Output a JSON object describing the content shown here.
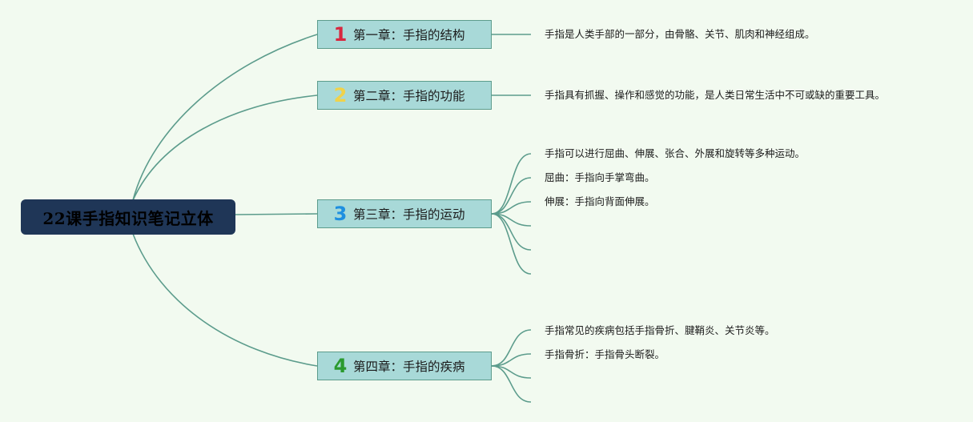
{
  "root": {
    "title": "22课手指知识笔记立体"
  },
  "colors": {
    "background": "#f2faf0",
    "connector": "#5c9c8c",
    "root_fill": "#1f3657",
    "node_fill": "#a8d9d8"
  },
  "chapters": [
    {
      "number": "1",
      "number_color": "#d8283f",
      "title": "第一章：手指的结构",
      "notes": [
        "手指是人类手部的一部分，由骨骼、关节、肌肉和神经组成。"
      ]
    },
    {
      "number": "2",
      "number_color": "#f0d24a",
      "title": "第二章：手指的功能",
      "notes": [
        "手指具有抓握、操作和感觉的功能，是人类日常生活中不可或缺的重要工具。"
      ]
    },
    {
      "number": "3",
      "number_color": "#1e8fe0",
      "title": "第三章：手指的运动",
      "notes": [
        "手指可以进行屈曲、伸展、张合、外展和旋转等多种运动。",
        "屈曲：手指向手掌弯曲。",
        "伸展：手指向背面伸展。",
        "",
        "",
        ""
      ]
    },
    {
      "number": "4",
      "number_color": "#2a9a2e",
      "title": "第四章：手指的疾病",
      "notes": [
        "手指常见的疾病包括手指骨折、腱鞘炎、关节炎等。",
        "手指骨折：手指骨头断裂。",
        "",
        ""
      ]
    }
  ]
}
